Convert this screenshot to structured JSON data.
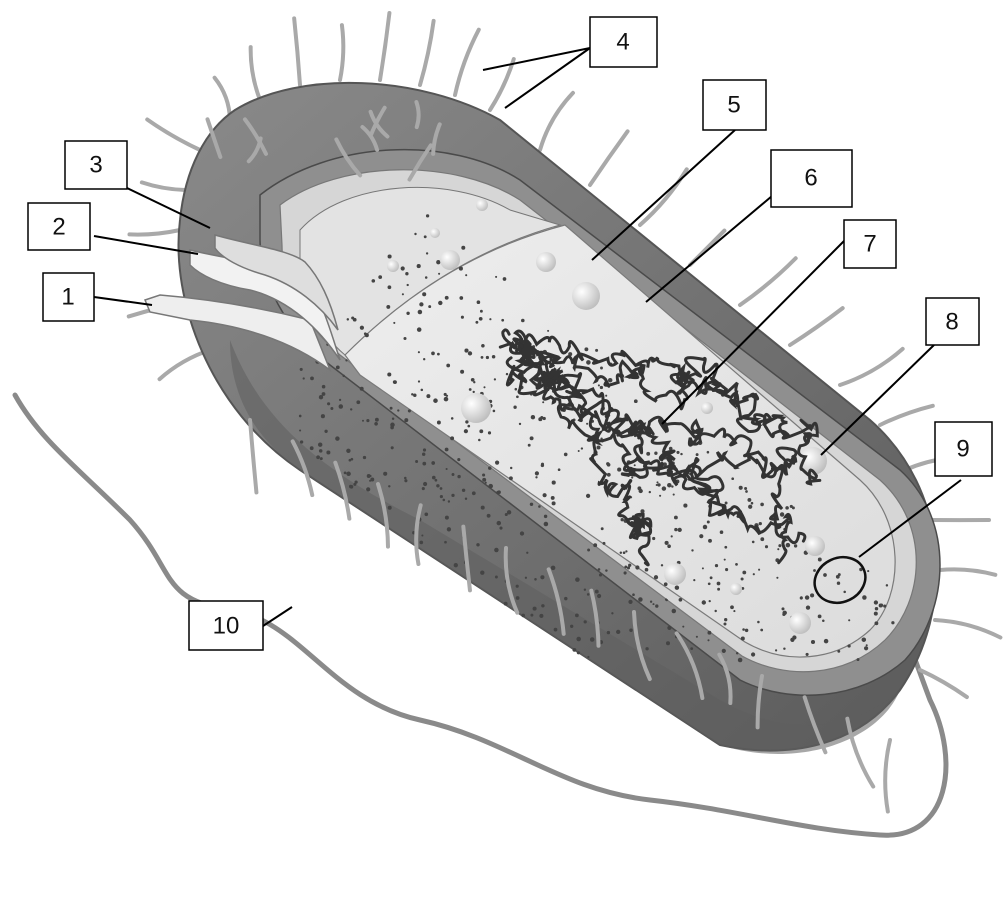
{
  "labels": [
    {
      "id": "l1",
      "text": "1"
    },
    {
      "id": "l2",
      "text": "2"
    },
    {
      "id": "l3",
      "text": "3"
    },
    {
      "id": "l4",
      "text": "4"
    },
    {
      "id": "l5",
      "text": "5"
    },
    {
      "id": "l6",
      "text": "6"
    },
    {
      "id": "l7",
      "text": "7"
    },
    {
      "id": "l8",
      "text": "8"
    },
    {
      "id": "l9",
      "text": "9"
    },
    {
      "id": "l10",
      "text": "10"
    }
  ],
  "colors": {
    "capsule": "#6b6b6b",
    "wall": "#8c8c8c",
    "membrane": "#cfcfcf",
    "cytoplasm": "#e9e9e9",
    "dna": "#3a3a3a",
    "pili": "#a9a9a9",
    "flagellum": "#8a8a8a"
  }
}
